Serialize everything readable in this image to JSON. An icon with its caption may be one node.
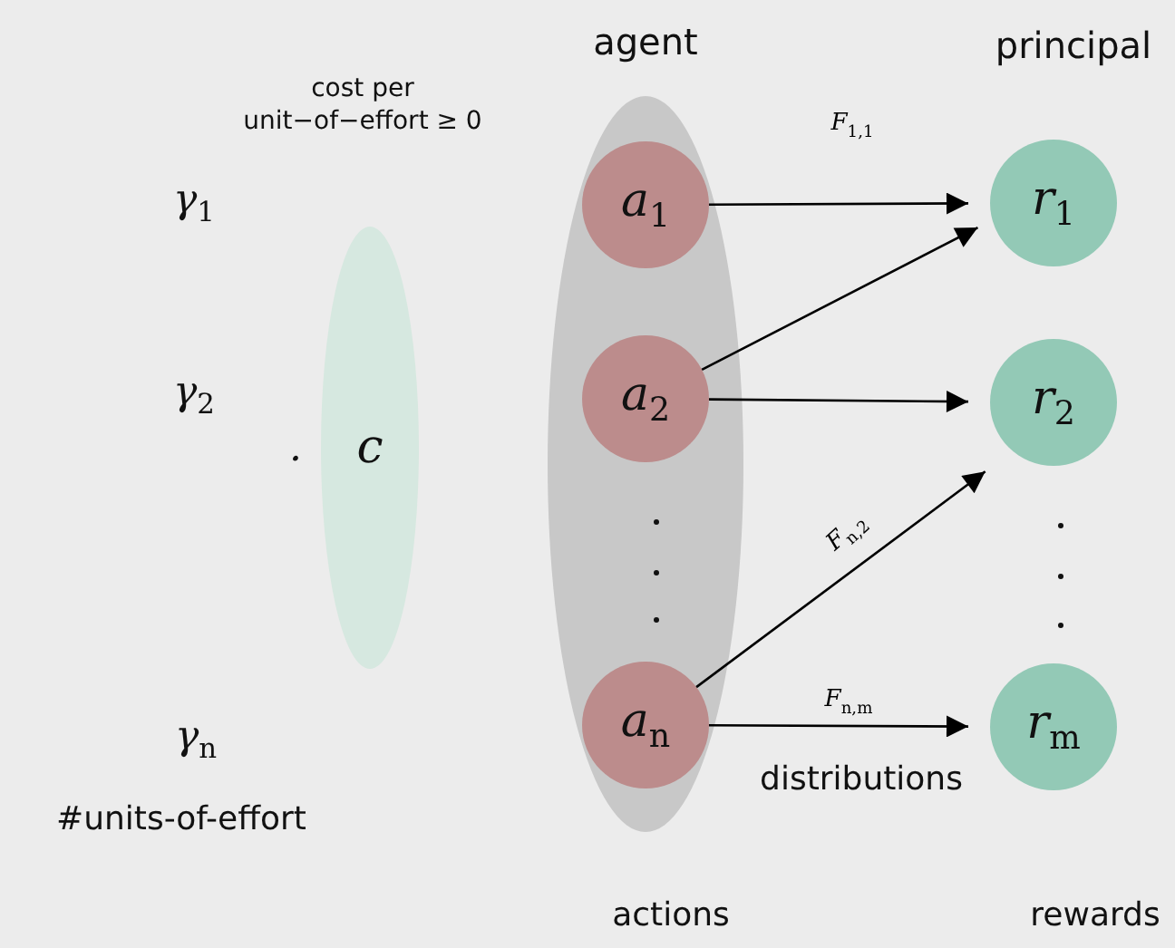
{
  "diagram": {
    "nodes": [
      {
        "text": [
          "agent"
        ]
      },
      {
        "text": [
          "a$_{1}$"
        ],
        "in": 0
      },
      {
        "text": [
          "a$_{2}$"
        ],
        "in": 0
      },
      {
        "text": [
          "a$_{n}$"
        ],
        "in": 0
      },
      {
        "text": [
          "r$_{1}$"
        ]
      },
      {
        "text": [
          "r$_{2}$"
        ]
      },
      {
        "text": [
          "r$_{m}$"
        ]
      },
      {
        "text": [
          "c"
        ]
      }
    ],
    "edges": [
      {
        "from": 1,
        "to": 4,
        "arrow": "to",
        "label": "F$_{1,1}$"
      },
      {
        "from": 2,
        "to": 4,
        "arrow": "to"
      },
      {
        "from": 2,
        "to": 5,
        "arrow": "to"
      },
      {
        "from": 3,
        "to": 5,
        "arrow": "to",
        "label": "F$_{n,2}$"
      },
      {
        "from": 3,
        "to": 6,
        "arrow": "to",
        "label": "F$_{n,m}$"
      }
    ],
    "labels": [
      "cost per unit−of−effort ≥ 0",
      "γ$_{1}$",
      "γ$_{2}$",
      "·",
      "γ$_{n}$",
      "#units-of-effort",
      "principal",
      "distributions",
      "actions",
      "rewards"
    ]
  }
}
